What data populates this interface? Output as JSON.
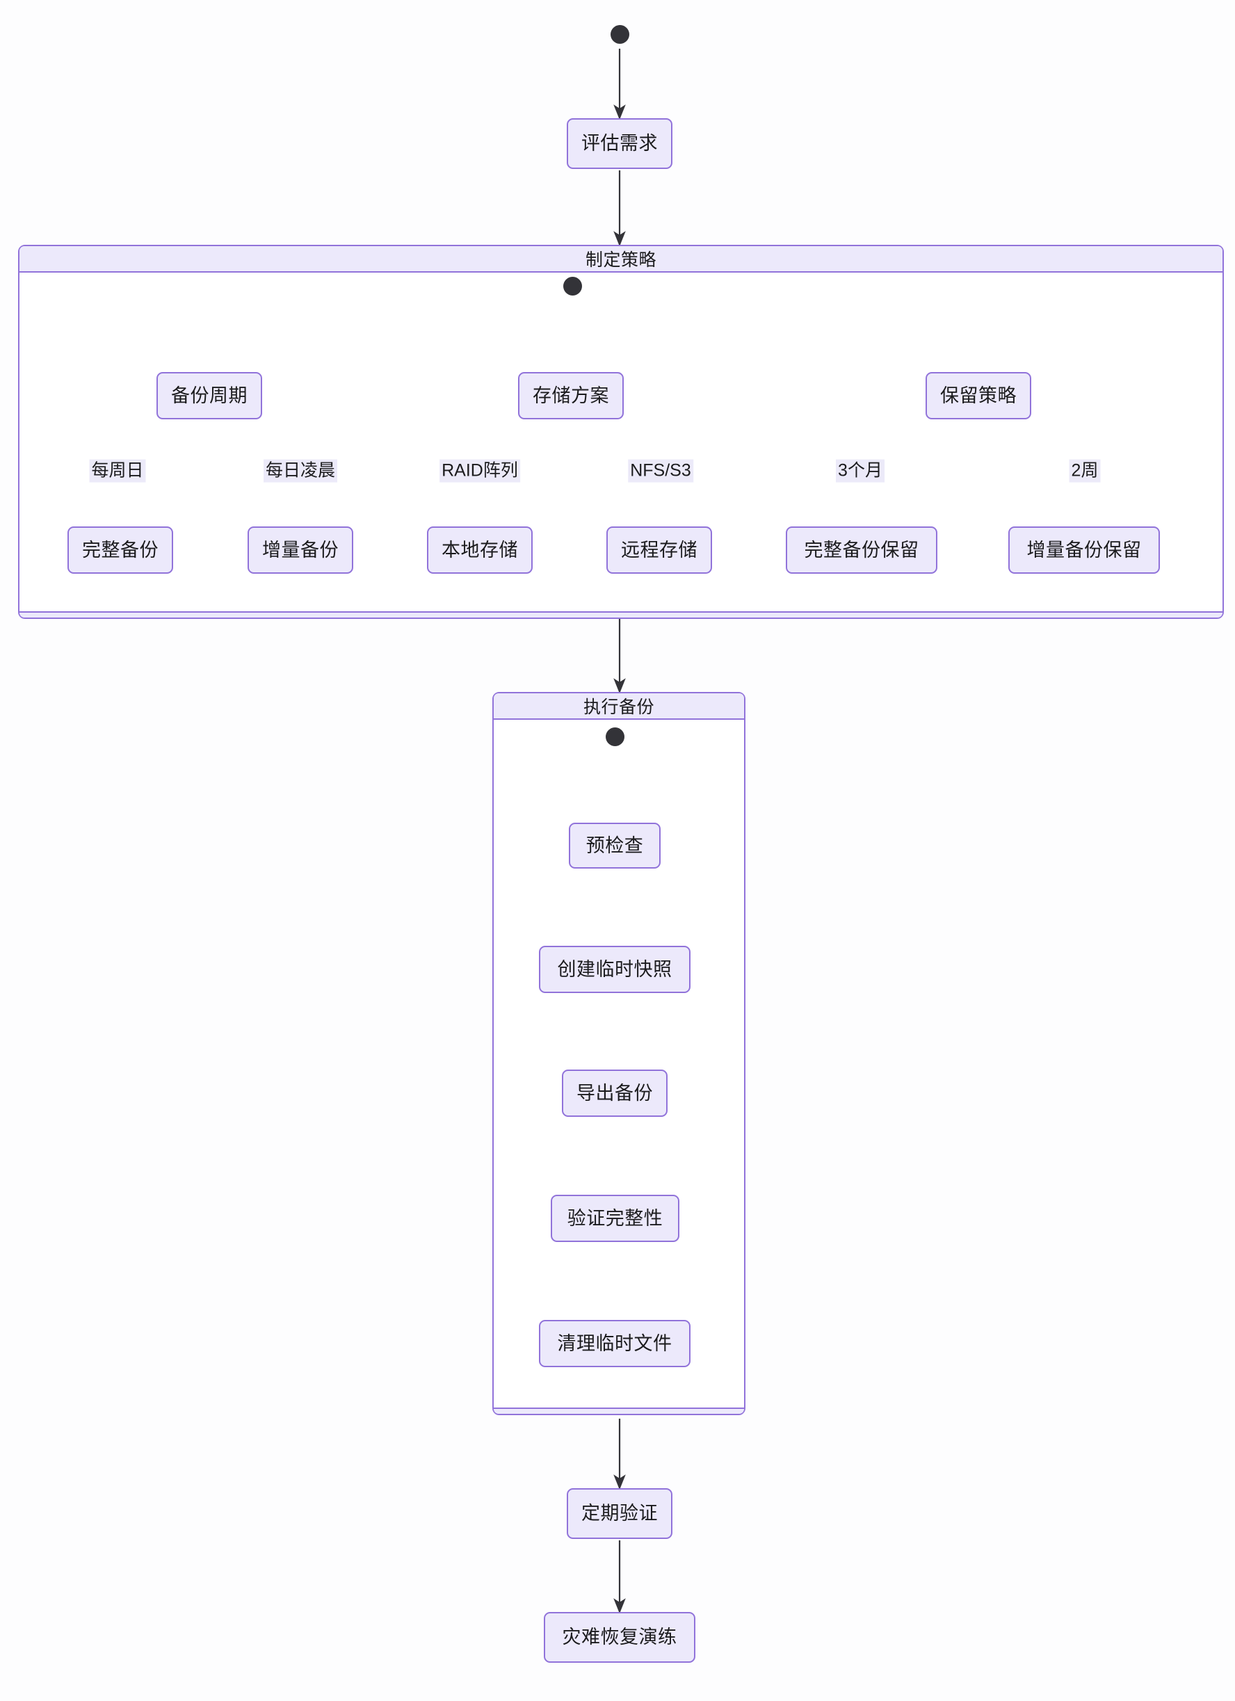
{
  "diagram": {
    "type": "state-diagram",
    "title": "",
    "background_color": "#fdfdfe",
    "node_fill": "#ece9fb",
    "node_stroke": "#9173da",
    "edge_color": "#333338",
    "text_color": "#1b1b1d"
  },
  "start_node": {
    "name": "start-state",
    "shape": "filled-circle"
  },
  "nodes": {
    "assess": {
      "label": "评估需求"
    },
    "periodic_verify": {
      "label": "定期验证"
    },
    "dr_drill": {
      "label": "灾难恢复演练"
    }
  },
  "clusters": {
    "strategy": {
      "title": "制定策略",
      "fork": {
        "name": "strategy-fork",
        "shape": "filled-circle"
      },
      "branches": [
        {
          "label": "备份周期",
          "children": [
            {
              "edge_label": "每周日",
              "label": "完整备份"
            },
            {
              "edge_label": "每日凌晨",
              "label": "增量备份"
            }
          ]
        },
        {
          "label": "存储方案",
          "children": [
            {
              "edge_label": "RAID阵列",
              "label": "本地存储"
            },
            {
              "edge_label": "NFS/S3",
              "label": "远程存储"
            }
          ]
        },
        {
          "label": "保留策略",
          "children": [
            {
              "edge_label": "3个月",
              "label": "完整备份保留"
            },
            {
              "edge_label": "2周",
              "label": "增量备份保留"
            }
          ]
        }
      ]
    },
    "execute": {
      "title": "执行备份",
      "start": {
        "name": "execute-start-state",
        "shape": "filled-circle"
      },
      "steps": [
        {
          "label": "预检查"
        },
        {
          "label": "创建临时快照"
        },
        {
          "label": "导出备份"
        },
        {
          "label": "验证完整性"
        },
        {
          "label": "清理临时文件"
        }
      ]
    }
  },
  "flow_order": [
    "start-state",
    "评估需求",
    "制定策略",
    "执行备份",
    "定期验证",
    "灾难恢复演练"
  ]
}
